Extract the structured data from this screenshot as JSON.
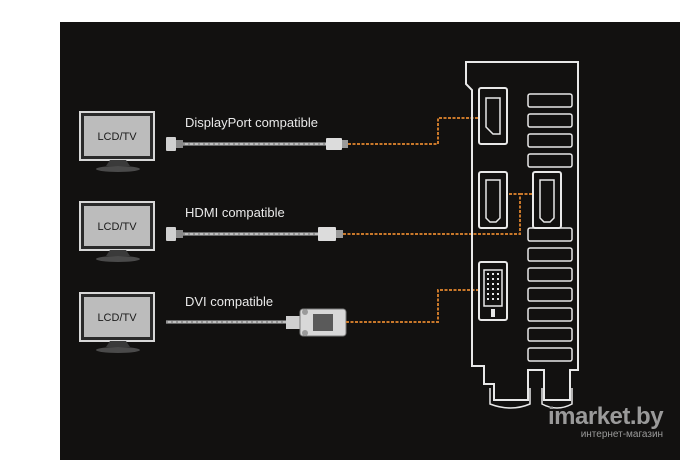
{
  "monitors": [
    {
      "label": "LCD/TV",
      "connection": "DisplayPort compatible"
    },
    {
      "label": "LCD/TV",
      "connection": "HDMI compatible"
    },
    {
      "label": "LCD/TV",
      "connection": "DVI compatible"
    }
  ],
  "watermark": {
    "main": "imarket.by",
    "sub": "интернет-магазин"
  },
  "colors": {
    "background": "#121110",
    "wire": "#c9782a",
    "cable": "#bfbfbf",
    "bracket": "#e8e8e8",
    "screen": "#bcbcbc"
  }
}
